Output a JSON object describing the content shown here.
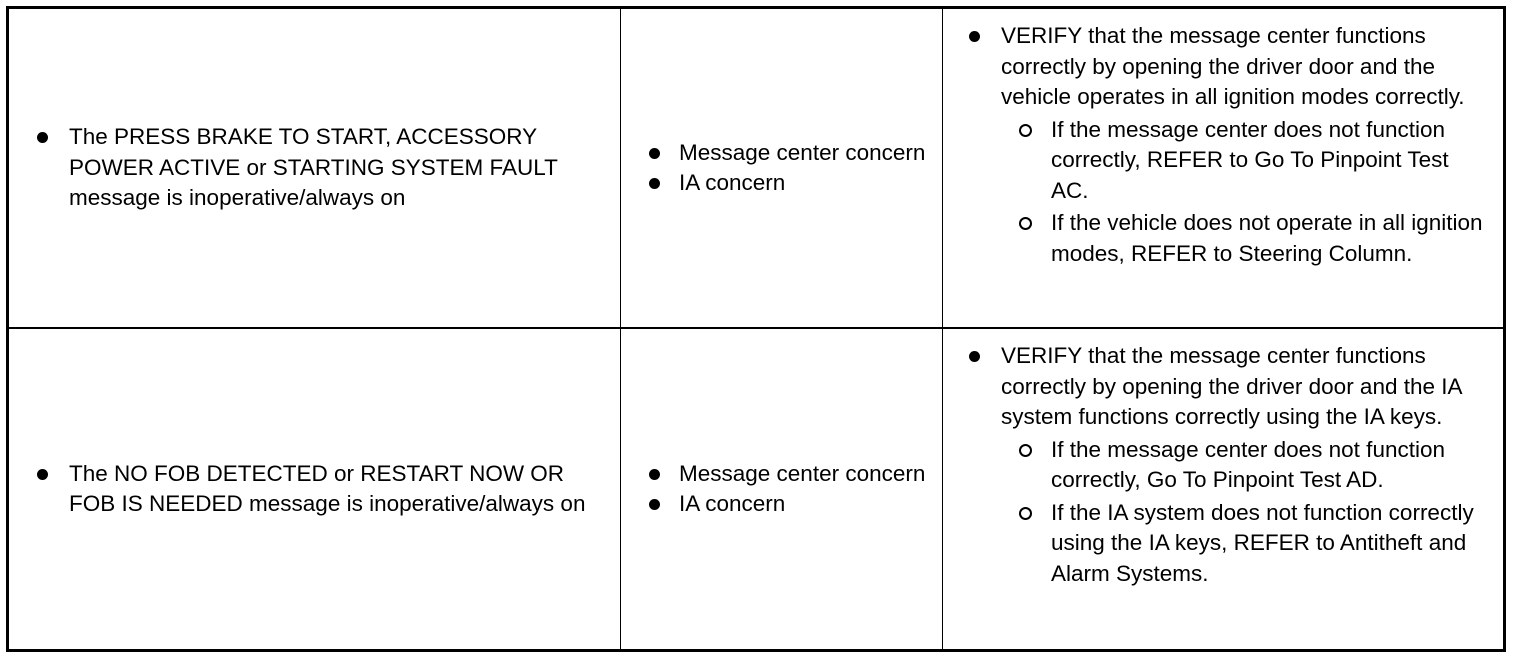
{
  "rows": [
    {
      "condition": "The PRESS BRAKE TO START, ACCESSORY POWER ACTIVE or STARTING SYSTEM FAULT message is inoperative/always on",
      "causes": [
        "Message center concern",
        "IA concern"
      ],
      "action": {
        "main": "VERIFY that the message center functions correctly by opening the driver door and the vehicle operates in all ignition modes correctly.",
        "sub": [
          "If the message center does not function correctly, REFER to Go To Pinpoint Test AC.",
          "If the vehicle does not operate in all ignition modes, REFER to Steering Column."
        ]
      }
    },
    {
      "condition": "The NO FOB DETECTED or RESTART NOW OR FOB IS NEEDED message is inoperative/always on",
      "causes": [
        "Message center concern",
        "IA concern"
      ],
      "action": {
        "main": "VERIFY that the message center functions correctly by opening the driver door and the IA system functions correctly using the IA keys.",
        "sub": [
          "If the message center does not function correctly, Go To Pinpoint Test AD.",
          "If the IA system does not function correctly using the IA keys, REFER to Antitheft and Alarm Systems."
        ]
      }
    }
  ]
}
